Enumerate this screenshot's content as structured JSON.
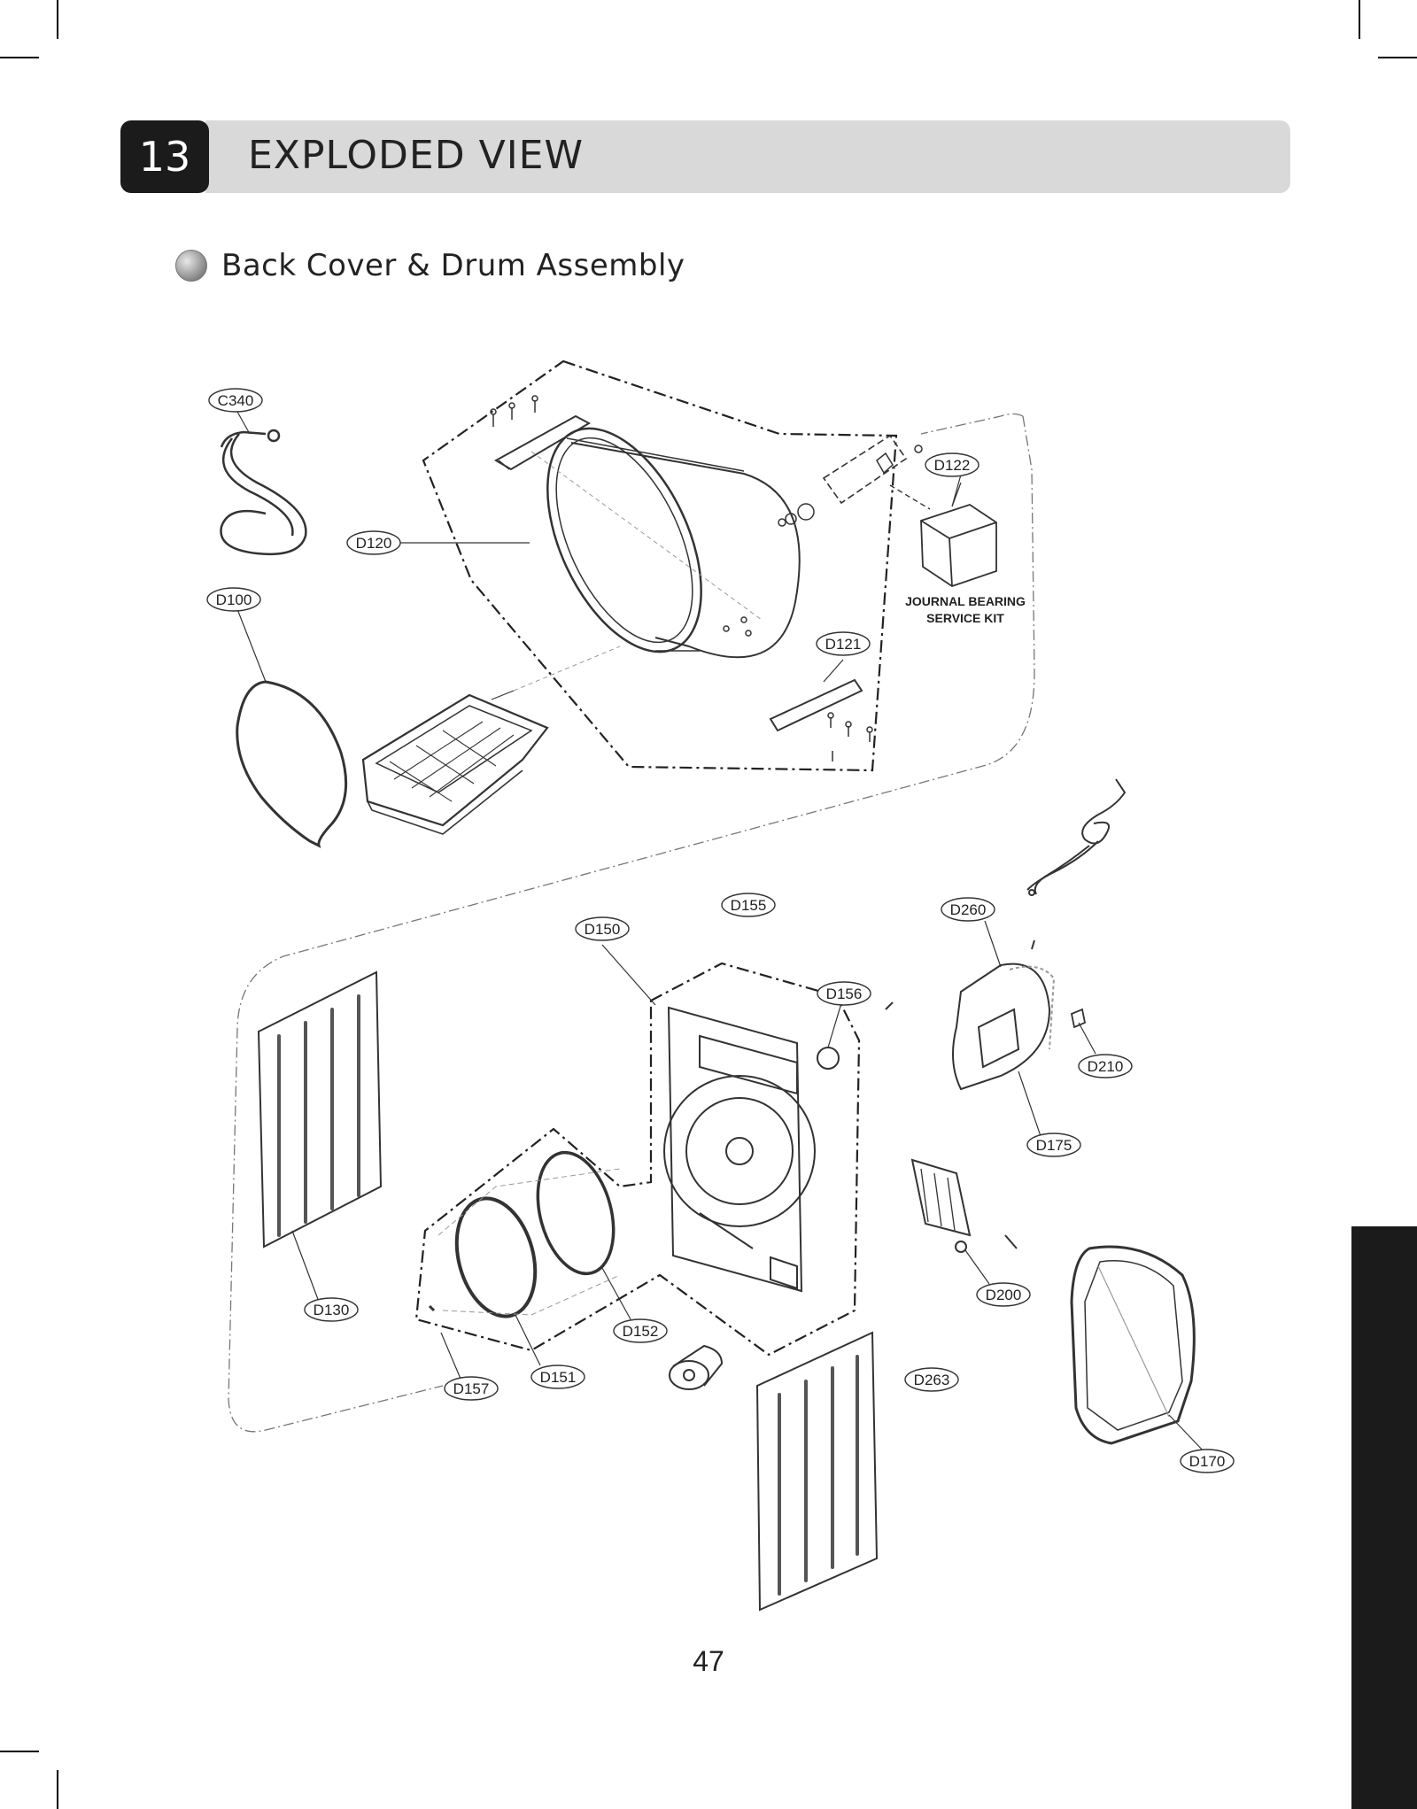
{
  "header": {
    "section_number": "13",
    "title": "EXPLODED VIEW"
  },
  "subheader": {
    "title": "Back Cover & Drum Assembly"
  },
  "diagram": {
    "part_labels": {
      "C340": "C340",
      "D100": "D100",
      "D120": "D120",
      "D121": "D121",
      "D122": "D122",
      "D130": "D130",
      "D150": "D150",
      "D151": "D151",
      "D152": "D152",
      "D155": "D155",
      "D156": "D156",
      "D157": "D157",
      "D170": "D170",
      "D175": "D175",
      "D200": "D200",
      "D210": "D210",
      "D260": "D260",
      "D263": "D263"
    },
    "kit_label": {
      "line1": "JOURNAL BEARING",
      "line2": "SERVICE KIT"
    }
  },
  "footer": {
    "page_number": "47"
  }
}
